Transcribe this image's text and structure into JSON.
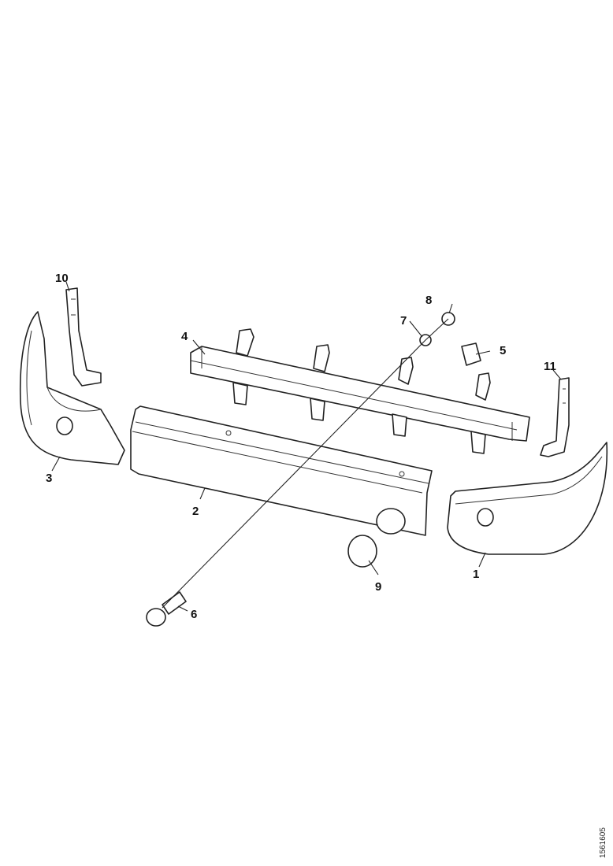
{
  "callouts": {
    "c1": "1",
    "c2": "2",
    "c3": "3",
    "c4": "4",
    "c5": "5",
    "c6": "6",
    "c7": "7",
    "c8": "8",
    "c9": "9",
    "c10": "10",
    "c11": "11"
  },
  "drawing_number": "1561605"
}
